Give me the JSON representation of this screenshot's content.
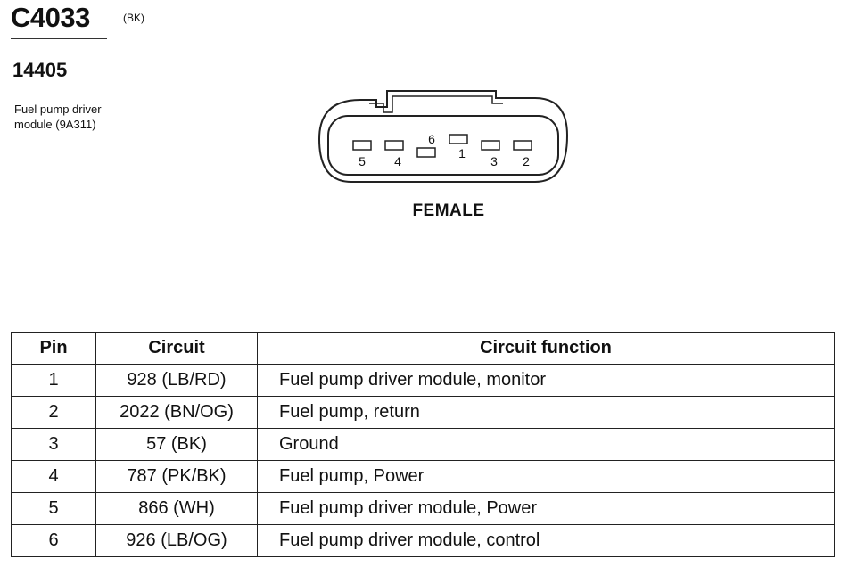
{
  "header": {
    "connector_id": "C4033",
    "connector_color": "(BK)",
    "part_number": "14405",
    "module_description": "Fuel pump driver\nmodule (9A311)"
  },
  "connector": {
    "gender": "FEMALE",
    "pin_labels": [
      "5",
      "4",
      "6",
      "1",
      "3",
      "2"
    ]
  },
  "table": {
    "headers": [
      "Pin",
      "Circuit",
      "Circuit function"
    ],
    "rows": [
      {
        "pin": "1",
        "circuit": "928 (LB/RD)",
        "function": "Fuel pump driver module, monitor"
      },
      {
        "pin": "2",
        "circuit": "2022 (BN/OG)",
        "function": "Fuel pump, return"
      },
      {
        "pin": "3",
        "circuit": "57 (BK)",
        "function": "Ground"
      },
      {
        "pin": "4",
        "circuit": "787 (PK/BK)",
        "function": "Fuel pump, Power"
      },
      {
        "pin": "5",
        "circuit": "866 (WH)",
        "function": "Fuel pump driver module, Power"
      },
      {
        "pin": "6",
        "circuit": "926 (LB/OG)",
        "function": "Fuel pump driver module, control"
      }
    ]
  }
}
